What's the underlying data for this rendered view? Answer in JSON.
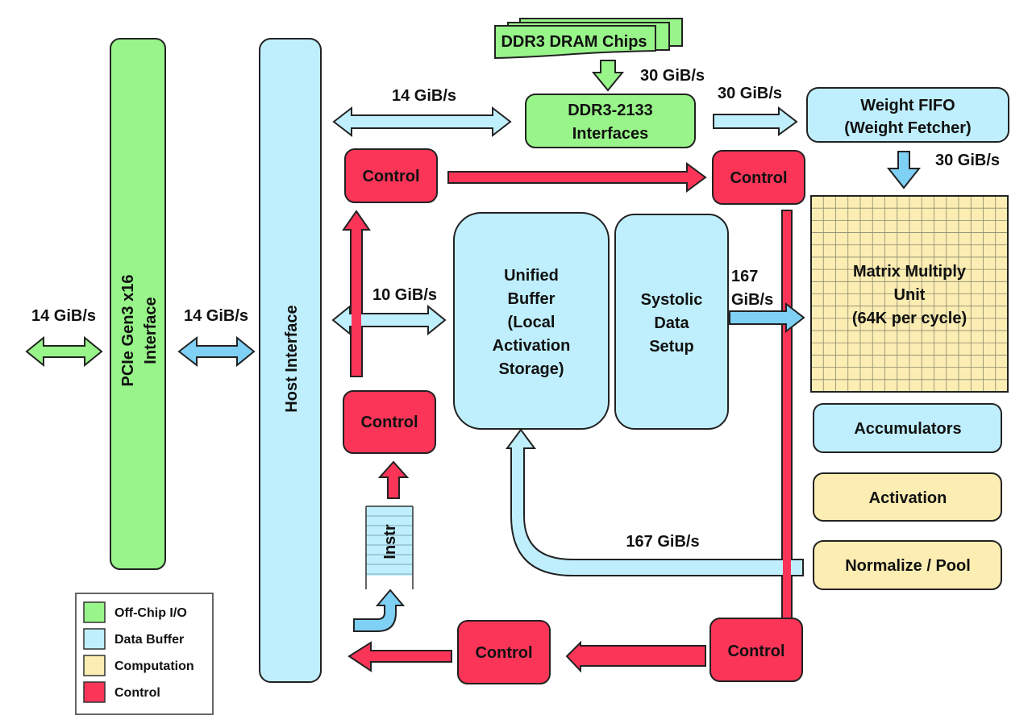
{
  "colors": {
    "off_chip_io": "#98F589",
    "data_buffer": "#BFEFFD",
    "data_buffer_dark": "#7FD0F5",
    "computation": "#FCEDB2",
    "control": "#FA3558",
    "grid_line": "#8A8A70",
    "outline": "#222222"
  },
  "blocks": {
    "pcie": {
      "label": "PCIe Gen3 x16 Interface",
      "line1": "PCIe Gen3 x16",
      "line2": "Interface",
      "category": "off_chip_io"
    },
    "host_interface": {
      "label": "Host Interface",
      "category": "data_buffer"
    },
    "ddr3_chips": {
      "label": "DDR3 DRAM Chips",
      "category": "off_chip_io"
    },
    "ddr3_interfaces": {
      "line1": "DDR3-2133",
      "line2": "Interfaces",
      "category": "off_chip_io"
    },
    "weight_fifo": {
      "line1": "Weight FIFO",
      "line2": "(Weight Fetcher)",
      "category": "data_buffer"
    },
    "unified_buffer": {
      "lines": [
        "Unified",
        "Buffer",
        "(Local",
        "Activation",
        "Storage)"
      ],
      "category": "data_buffer"
    },
    "systolic": {
      "lines": [
        "Systolic",
        "Data",
        "Setup"
      ],
      "category": "data_buffer"
    },
    "matrix_unit": {
      "lines": [
        "Matrix Multiply",
        "Unit",
        "(64K per cycle)"
      ],
      "category": "computation",
      "grid_cells": 16
    },
    "accumulators": {
      "label": "Accumulators",
      "category": "data_buffer"
    },
    "activation": {
      "label": "Activation",
      "category": "computation"
    },
    "normalize_pool": {
      "label": "Normalize / Pool",
      "category": "computation"
    },
    "instr": {
      "label": "Instr",
      "category": "data_buffer"
    },
    "control_top_left": {
      "label": "Control",
      "category": "control"
    },
    "control_top_right": {
      "label": "Control",
      "category": "control"
    },
    "control_mid_left": {
      "label": "Control",
      "category": "control"
    },
    "control_bottom_mid": {
      "label": "Control",
      "category": "control"
    },
    "control_bottom_right": {
      "label": "Control",
      "category": "control"
    }
  },
  "bandwidths": {
    "external": "14 GiB/s",
    "pcie_host": "14 GiB/s",
    "host_ddr": "14 GiB/s",
    "dram_to_interface": "30 GiB/s",
    "interface_to_fifo": "30 GiB/s",
    "fifo_to_matrix": "30 GiB/s",
    "host_to_ub": "10 GiB/s",
    "systolic_to_matrix_line1": "167",
    "systolic_to_matrix_line2": "GiB/s",
    "feedback_to_ub": "167 GiB/s"
  },
  "legend": [
    {
      "label": "Off-Chip I/O",
      "color": "#98F589"
    },
    {
      "label": "Data Buffer",
      "color": "#BFEFFD"
    },
    {
      "label": "Computation",
      "color": "#FCEDB2"
    },
    {
      "label": "Control",
      "color": "#FA3558"
    }
  ]
}
